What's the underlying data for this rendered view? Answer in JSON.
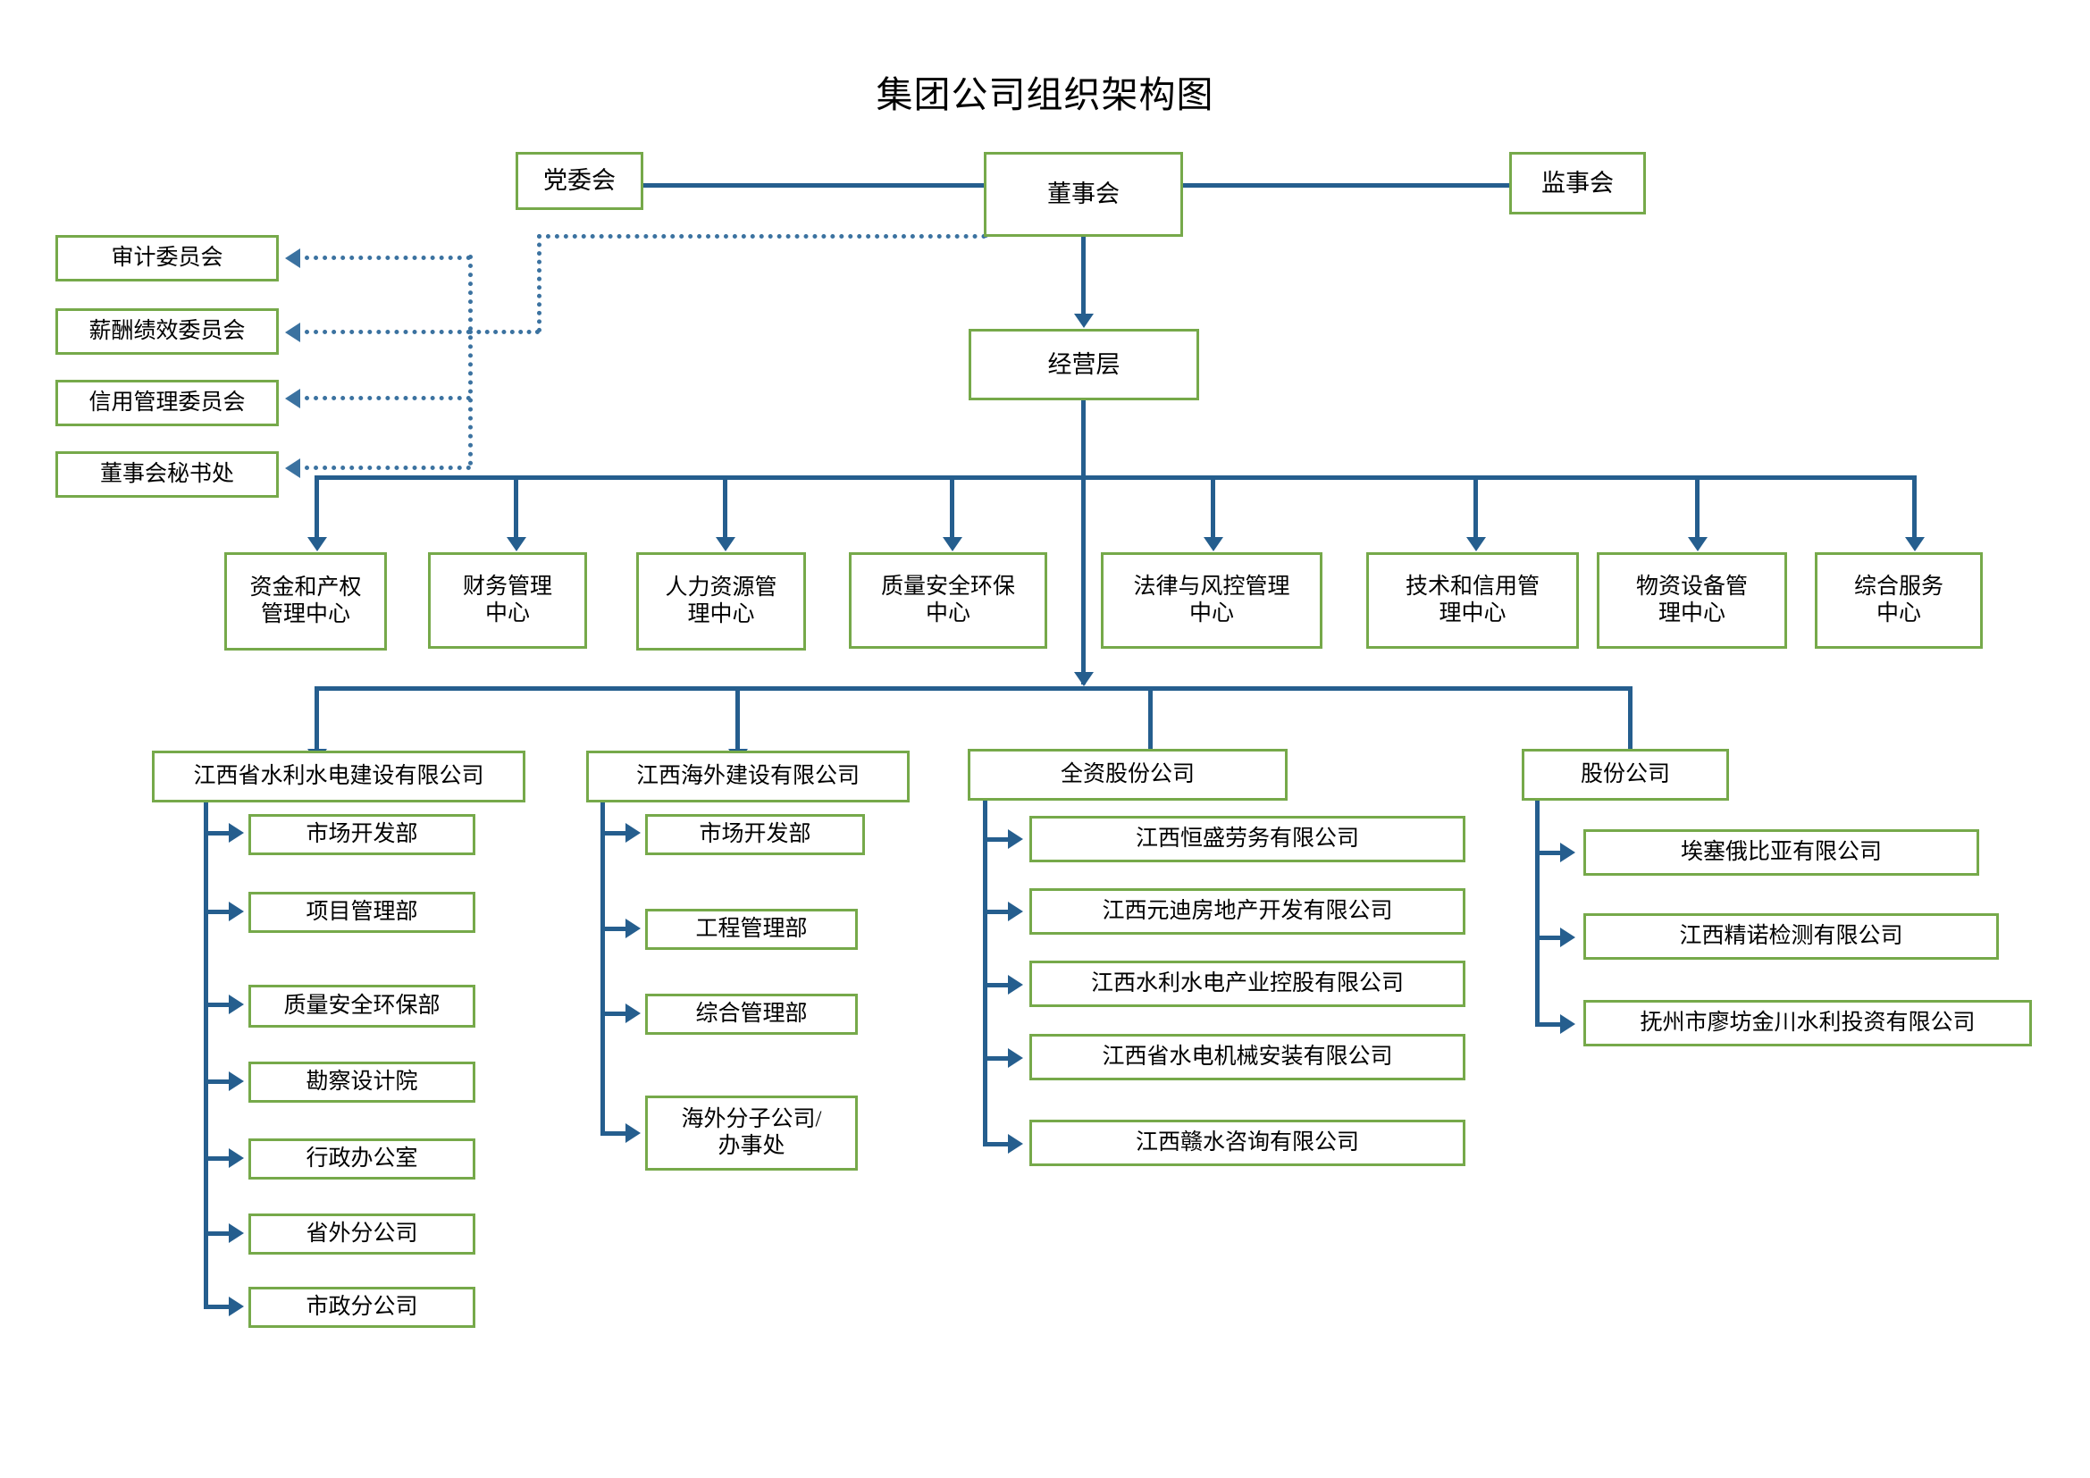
{
  "chart_title": "集团公司组织架构图",
  "colors": {
    "box_border": "#76a94a",
    "connector": "#255e8e",
    "dotted_connector": "#3b72a0",
    "text": "#000000",
    "background": "#ffffff"
  },
  "governance": {
    "party_committee": "党委会",
    "board_of_directors": "董事会",
    "supervisory_board": "监事会",
    "management_layer": "经营层"
  },
  "board_committees": [
    {
      "label": "审计委员会"
    },
    {
      "label": "薪酬绩效委员会"
    },
    {
      "label": "信用管理委员会"
    },
    {
      "label": "董事会秘书处"
    }
  ],
  "management_centers": [
    {
      "line1": "资金和产权",
      "line2": "管理中心"
    },
    {
      "line1": "财务管理",
      "line2": "中心"
    },
    {
      "line1": "人力资源管",
      "line2": "理中心"
    },
    {
      "line1": "质量安全环保",
      "line2": "中心"
    },
    {
      "line1": "法律与风控管理",
      "line2": "中心"
    },
    {
      "line1": "技术和信用管",
      "line2": "理中心"
    },
    {
      "line1": "物资设备管",
      "line2": "理中心"
    },
    {
      "line1": "综合服务",
      "line2": "中心"
    }
  ],
  "subsidiaries": [
    {
      "name": "江西省水利水电建设有限公司",
      "children": [
        "市场开发部",
        "项目管理部",
        "质量安全环保部",
        "勘察设计院",
        "行政办公室",
        "省外分公司",
        "市政分公司"
      ]
    },
    {
      "name": "江西海外建设有限公司",
      "children": [
        "市场开发部",
        "工程管理部",
        "综合管理部",
        "海外分子公司/\n办事处"
      ]
    },
    {
      "name": "全资股份公司",
      "children": [
        "江西恒盛劳务有限公司",
        "江西元迪房地产开发有限公司",
        "江西水利水电产业控股有限公司",
        "江西省水电机械安装有限公司",
        "江西赣水咨询有限公司"
      ]
    },
    {
      "name": "股份公司",
      "children": [
        "埃塞俄比亚有限公司",
        "江西精诺检测有限公司",
        "抚州市廖坊金川水利投资有限公司"
      ]
    }
  ]
}
